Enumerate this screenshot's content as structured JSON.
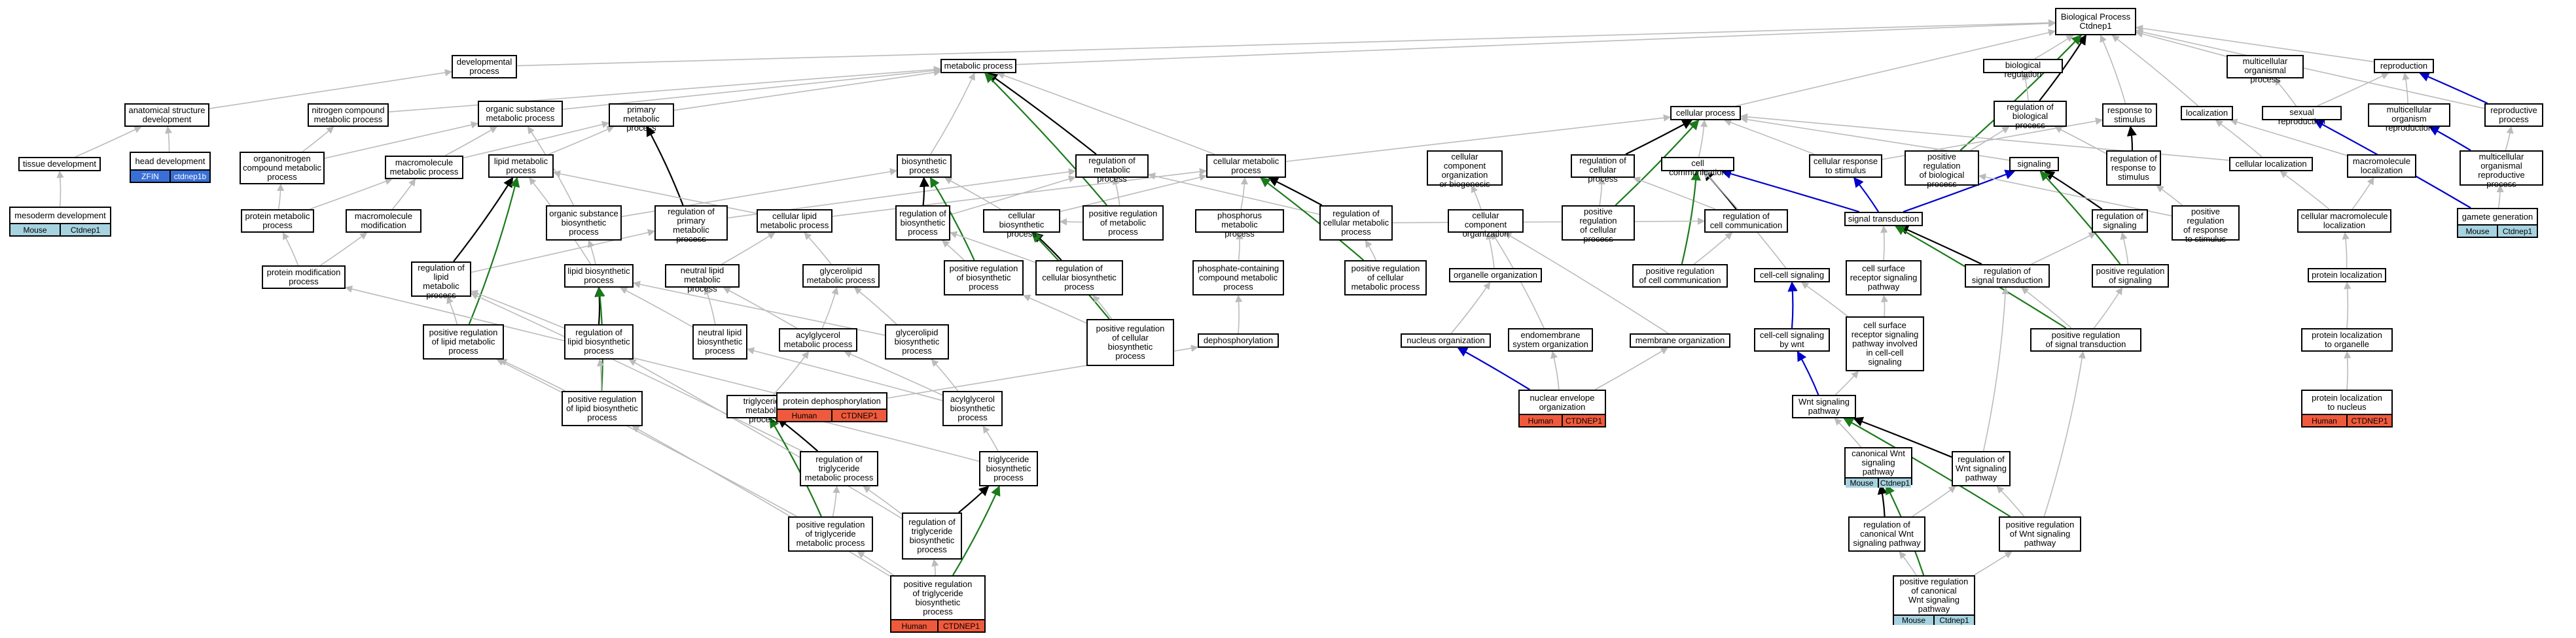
{
  "colors": {
    "is_a": "#bbbbbb",
    "part_of": "#000000",
    "positively_regulates": "#1a7a1a",
    "negatively_regulates": "#0000cc",
    "human_badge": "#f05a3c",
    "mouse_badge": "#a7d3e0",
    "zebrafish_badge": "#3a6fd6"
  },
  "nodes": [
    {
      "id": "bp",
      "label": "Biological Process\nCtdnep1"
    },
    {
      "id": "dev",
      "label": "developmental\nprocess"
    },
    {
      "id": "met",
      "label": "metabolic process"
    },
    {
      "id": "bioreg",
      "label": "biological regulation"
    },
    {
      "id": "mop",
      "label": "multicellular\norganismal process"
    },
    {
      "id": "repro",
      "label": "reproduction"
    },
    {
      "id": "asd",
      "label": "anatomical structure\ndevelopment"
    },
    {
      "id": "ncm",
      "label": "nitrogen compound\nmetabolic process"
    },
    {
      "id": "osm",
      "label": "organic substance\nmetabolic process"
    },
    {
      "id": "pmp",
      "label": "primary metabolic\nprocess"
    },
    {
      "id": "cp",
      "label": "cellular process"
    },
    {
      "id": "rbp",
      "label": "regulation of\nbiological process"
    },
    {
      "id": "rts",
      "label": "response to\nstimulus"
    },
    {
      "id": "loc",
      "label": "localization"
    },
    {
      "id": "sexrep",
      "label": "sexual reproduction"
    },
    {
      "id": "mor",
      "label": "multicellular\norganism reproduction"
    },
    {
      "id": "reproproc",
      "label": "reproductive\nprocess"
    },
    {
      "id": "tdev",
      "label": "tissue development"
    },
    {
      "id": "hdev",
      "label": "head development",
      "badge": [
        "ZFIN",
        "ctdnep1b"
      ],
      "badgeColor": "zebrafish_badge"
    },
    {
      "id": "ocm",
      "label": "organonitrogen\ncompound metabolic\nprocess"
    },
    {
      "id": "mmp",
      "label": "macromolecule\nmetabolic process"
    },
    {
      "id": "lmp",
      "label": "lipid metabolic\nprocess"
    },
    {
      "id": "bsp",
      "label": "biosynthetic\nprocess"
    },
    {
      "id": "rmp",
      "label": "regulation of\nmetabolic process"
    },
    {
      "id": "cmp",
      "label": "cellular metabolic\nprocess"
    },
    {
      "id": "ccob",
      "label": "cellular component\norganization\nor biogenesis"
    },
    {
      "id": "rcp",
      "label": "regulation of\ncellular process"
    },
    {
      "id": "cc",
      "label": "cell communication"
    },
    {
      "id": "crs",
      "label": "cellular response\nto stimulus"
    },
    {
      "id": "prbp",
      "label": "positive regulation\nof biological\nprocess"
    },
    {
      "id": "sig",
      "label": "signaling"
    },
    {
      "id": "rrs",
      "label": "regulation of\nresponse to\nstimulus"
    },
    {
      "id": "cloc",
      "label": "cellular localization"
    },
    {
      "id": "mmloc",
      "label": "macromolecule\nlocalization"
    },
    {
      "id": "morp",
      "label": "multicellular\norganismal reproductive\nprocess"
    },
    {
      "id": "mesodev",
      "label": "mesoderm development",
      "badge": [
        "Mouse",
        "Ctdnep1"
      ],
      "badgeColor": "mouse_badge"
    },
    {
      "id": "prmp",
      "label": "protein metabolic\nprocess"
    },
    {
      "id": "mmmod",
      "label": "macromolecule\nmodification"
    },
    {
      "id": "osbp",
      "label": "organic substance\nbiosynthetic\nprocess"
    },
    {
      "id": "rpmp",
      "label": "regulation of\nprimary metabolic\nprocess"
    },
    {
      "id": "clmp",
      "label": "cellular lipid\nmetabolic process"
    },
    {
      "id": "rbsp",
      "label": "regulation of\nbiosynthetic\nprocess"
    },
    {
      "id": "cbsp",
      "label": "cellular biosynthetic\nprocess"
    },
    {
      "id": "prmetp",
      "label": "positive regulation\nof metabolic\nprocess"
    },
    {
      "id": "phmp",
      "label": "phosphorus metabolic\nprocess"
    },
    {
      "id": "rcmp",
      "label": "regulation of\ncellular metabolic\nprocess"
    },
    {
      "id": "ccorg",
      "label": "cellular component\norganization"
    },
    {
      "id": "prcp",
      "label": "positive regulation\nof cellular\nprocess"
    },
    {
      "id": "rcc",
      "label": "regulation of\ncell communication"
    },
    {
      "id": "st",
      "label": "signal transduction"
    },
    {
      "id": "rsig",
      "label": "regulation of\nsignaling"
    },
    {
      "id": "prrs",
      "label": "positive regulation\nof response\nto stimulus"
    },
    {
      "id": "cmmloc",
      "label": "cellular macromolecule\nlocalization"
    },
    {
      "id": "gam",
      "label": "gamete generation",
      "badge": [
        "Mouse",
        "Ctdnep1"
      ],
      "badgeColor": "mouse_badge"
    },
    {
      "id": "pmod",
      "label": "protein modification\nprocess"
    },
    {
      "id": "rlmp",
      "label": "regulation of\nlipid metabolic\nprocess"
    },
    {
      "id": "lbp",
      "label": "lipid biosynthetic\nprocess"
    },
    {
      "id": "nlmp",
      "label": "neutral lipid\nmetabolic process"
    },
    {
      "id": "glmp",
      "label": "glycerolipid\nmetabolic process"
    },
    {
      "id": "prbsp",
      "label": "positive regulation\nof biosynthetic\nprocess"
    },
    {
      "id": "rcbsp",
      "label": "regulation of\ncellular biosynthetic\nprocess"
    },
    {
      "id": "pccmp",
      "label": "phosphate-containing\ncompound metabolic\nprocess"
    },
    {
      "id": "prcmp",
      "label": "positive regulation\nof cellular\nmetabolic process"
    },
    {
      "id": "orgorg",
      "label": "organelle organization"
    },
    {
      "id": "prcc",
      "label": "positive regulation\nof cell communication"
    },
    {
      "id": "ccs",
      "label": "cell-cell signaling"
    },
    {
      "id": "csrsp",
      "label": "cell surface\nreceptor signaling\npathway"
    },
    {
      "id": "rst",
      "label": "regulation of\nsignal transduction"
    },
    {
      "id": "prsig",
      "label": "positive regulation\nof signaling"
    },
    {
      "id": "ploc",
      "label": "protein localization"
    },
    {
      "id": "prlmp",
      "label": "positive regulation\nof lipid metabolic\nprocess"
    },
    {
      "id": "rlbp",
      "label": "regulation of\nlipid biosynthetic\nprocess"
    },
    {
      "id": "nlbp",
      "label": "neutral lipid\nbiosynthetic\nprocess"
    },
    {
      "id": "agmp",
      "label": "acylglycerol\nmetabolic process"
    },
    {
      "id": "glbp",
      "label": "glycerolipid\nbiosynthetic\nprocess"
    },
    {
      "id": "prcbsp",
      "label": "positive regulation\nof cellular\nbiosynthetic\nprocess"
    },
    {
      "id": "dephos",
      "label": "dephosphorylation"
    },
    {
      "id": "nucorg",
      "label": "nucleus organization"
    },
    {
      "id": "esorg",
      "label": "endomembrane\nsystem organization"
    },
    {
      "id": "memorg",
      "label": "membrane organization"
    },
    {
      "id": "ccsw",
      "label": "cell-cell signaling\nby wnt"
    },
    {
      "id": "csrwnt",
      "label": "cell surface\nreceptor signaling\npathway involved\nin cell-cell\nsignaling"
    },
    {
      "id": "prst",
      "label": "positive regulation\nof signal transduction"
    },
    {
      "id": "plorg",
      "label": "protein localization\nto organelle"
    },
    {
      "id": "prlbp",
      "label": "positive regulation\nof lipid biosynthetic\nprocess"
    },
    {
      "id": "tgmp",
      "label": "triglyceride\nmetabolic process"
    },
    {
      "id": "pdephos",
      "label": "protein dephosphorylation",
      "badge": [
        "Human",
        "CTDNEP1"
      ],
      "badgeColor": "human_badge"
    },
    {
      "id": "agbp",
      "label": "acylglycerol\nbiosynthetic\nprocess"
    },
    {
      "id": "neo",
      "label": "nuclear envelope\norganization",
      "badge": [
        "Human",
        "CTDNEP1"
      ],
      "badgeColor": "human_badge"
    },
    {
      "id": "wnt",
      "label": "Wnt signaling\npathway"
    },
    {
      "id": "pln",
      "label": "protein localization\nto nucleus",
      "badge": [
        "Human",
        "CTDNEP1"
      ],
      "badgeColor": "human_badge"
    },
    {
      "id": "rtgmp",
      "label": "regulation of\ntriglyceride\nmetabolic process"
    },
    {
      "id": "tgbp",
      "label": "triglyceride\nbiosynthetic\nprocess"
    },
    {
      "id": "cwnt",
      "label": "canonical Wnt\nsignaling pathway",
      "badge": [
        "Mouse",
        "Ctdnep1"
      ],
      "badgeColor": "mouse_badge"
    },
    {
      "id": "rwnt",
      "label": "regulation of\nWnt signaling\npathway"
    },
    {
      "id": "prtgmp",
      "label": "positive regulation\nof triglyceride\nmetabolic process"
    },
    {
      "id": "rtgbp",
      "label": "regulation of\ntriglyceride\nbiosynthetic\nprocess"
    },
    {
      "id": "rcwnt",
      "label": "regulation of\ncanonical Wnt\nsignaling pathway"
    },
    {
      "id": "prwnt",
      "label": "positive regulation\nof Wnt signaling\npathway"
    },
    {
      "id": "prtgbp",
      "label": "positive regulation\nof triglyceride\nbiosynthetic\nprocess",
      "badge": [
        "Human",
        "CTDNEP1"
      ],
      "badgeColor": "human_badge"
    },
    {
      "id": "prcwnt",
      "label": "positive regulation\nof canonical\nWnt signaling\npathway",
      "badge": [
        "Mouse",
        "Ctdnep1"
      ],
      "badgeColor": "mouse_badge"
    }
  ],
  "edges": [
    [
      "dev",
      "bp",
      "is_a"
    ],
    [
      "met",
      "bp",
      "is_a"
    ],
    [
      "bioreg",
      "bp",
      "is_a"
    ],
    [
      "mop",
      "bp",
      "is_a"
    ],
    [
      "repro",
      "bp",
      "is_a"
    ],
    [
      "cp",
      "bp",
      "is_a"
    ],
    [
      "rbp",
      "bp",
      "part_of"
    ],
    [
      "rts",
      "bp",
      "is_a"
    ],
    [
      "loc",
      "bp",
      "is_a"
    ],
    [
      "reproproc",
      "bp",
      "is_a"
    ],
    [
      "prbp",
      "bp",
      "positively_regulates"
    ],
    [
      "asd",
      "dev",
      "is_a"
    ],
    [
      "ncm",
      "met",
      "is_a"
    ],
    [
      "osm",
      "met",
      "is_a"
    ],
    [
      "pmp",
      "met",
      "is_a"
    ],
    [
      "rbp",
      "bioreg",
      "is_a"
    ],
    [
      "sexrep",
      "repro",
      "is_a"
    ],
    [
      "mor",
      "repro",
      "is_a"
    ],
    [
      "reproproc",
      "repro",
      "negatively_regulates"
    ],
    [
      "sexrep",
      "mop",
      "is_a"
    ],
    [
      "tdev",
      "asd",
      "is_a"
    ],
    [
      "hdev",
      "asd",
      "is_a"
    ],
    [
      "mesodev",
      "tdev",
      "is_a"
    ],
    [
      "ocm",
      "ncm",
      "is_a"
    ],
    [
      "ocm",
      "osm",
      "is_a"
    ],
    [
      "mmp",
      "osm",
      "is_a"
    ],
    [
      "mmp",
      "pmp",
      "is_a"
    ],
    [
      "lmp",
      "pmp",
      "is_a"
    ],
    [
      "bsp",
      "met",
      "is_a"
    ],
    [
      "rmp",
      "met",
      "part_of"
    ],
    [
      "cmp",
      "met",
      "is_a"
    ],
    [
      "cmp",
      "cp",
      "is_a"
    ],
    [
      "rcp",
      "cp",
      "part_of"
    ],
    [
      "cc",
      "cp",
      "is_a"
    ],
    [
      "crs",
      "rts",
      "is_a"
    ],
    [
      "crs",
      "cp",
      "is_a"
    ],
    [
      "prbp",
      "rbp",
      "is_a"
    ],
    [
      "sig",
      "cp",
      "is_a"
    ],
    [
      "rrs",
      "rts",
      "part_of"
    ],
    [
      "rrs",
      "rbp",
      "is_a"
    ],
    [
      "cloc",
      "loc",
      "is_a"
    ],
    [
      "cloc",
      "cp",
      "is_a"
    ],
    [
      "mmloc",
      "loc",
      "is_a"
    ],
    [
      "morp",
      "mor",
      "negatively_regulates"
    ],
    [
      "morp",
      "reproproc",
      "is_a"
    ],
    [
      "prmp",
      "ocm",
      "is_a"
    ],
    [
      "prmp",
      "mmp",
      "is_a"
    ],
    [
      "mmmod",
      "mmp",
      "is_a"
    ],
    [
      "osbp",
      "osm",
      "is_a"
    ],
    [
      "osbp",
      "bsp",
      "is_a"
    ],
    [
      "rpmp",
      "pmp",
      "part_of"
    ],
    [
      "rpmp",
      "rmp",
      "is_a"
    ],
    [
      "clmp",
      "lmp",
      "is_a"
    ],
    [
      "clmp",
      "cmp",
      "is_a"
    ],
    [
      "rbsp",
      "bsp",
      "part_of"
    ],
    [
      "rbsp",
      "rmp",
      "is_a"
    ],
    [
      "cbsp",
      "bsp",
      "is_a"
    ],
    [
      "cbsp",
      "cmp",
      "is_a"
    ],
    [
      "prmetp",
      "met",
      "positively_regulates"
    ],
    [
      "prmetp",
      "rmp",
      "is_a"
    ],
    [
      "phmp",
      "cmp",
      "is_a"
    ],
    [
      "rcmp",
      "cmp",
      "part_of"
    ],
    [
      "rcmp",
      "rmp",
      "is_a"
    ],
    [
      "ccorg",
      "ccob",
      "is_a"
    ],
    [
      "prcp",
      "cp",
      "positively_regulates"
    ],
    [
      "prcp",
      "rcp",
      "is_a"
    ],
    [
      "rcc",
      "cc",
      "part_of"
    ],
    [
      "rcc",
      "rcp",
      "is_a"
    ],
    [
      "st",
      "cc",
      "negatively_regulates"
    ],
    [
      "st",
      "sig",
      "negatively_regulates"
    ],
    [
      "st",
      "crs",
      "negatively_regulates"
    ],
    [
      "rsig",
      "sig",
      "part_of"
    ],
    [
      "prrs",
      "rrs",
      "is_a"
    ],
    [
      "prrs",
      "prbp",
      "is_a"
    ],
    [
      "cmmloc",
      "cloc",
      "is_a"
    ],
    [
      "cmmloc",
      "mmloc",
      "is_a"
    ],
    [
      "gam",
      "sexrep",
      "negatively_regulates"
    ],
    [
      "gam",
      "morp",
      "is_a"
    ],
    [
      "pmod",
      "prmp",
      "is_a"
    ],
    [
      "pmod",
      "mmmod",
      "is_a"
    ],
    [
      "rlmp",
      "lmp",
      "part_of"
    ],
    [
      "rlmp",
      "rpmp",
      "is_a"
    ],
    [
      "lbp",
      "lmp",
      "is_a"
    ],
    [
      "lbp",
      "osbp",
      "is_a"
    ],
    [
      "nlmp",
      "clmp",
      "is_a"
    ],
    [
      "glmp",
      "clmp",
      "is_a"
    ],
    [
      "prbsp",
      "bsp",
      "positively_regulates"
    ],
    [
      "prbsp",
      "rbsp",
      "is_a"
    ],
    [
      "rcbsp",
      "cbsp",
      "part_of"
    ],
    [
      "rcbsp",
      "rbsp",
      "is_a"
    ],
    [
      "pccmp",
      "phmp",
      "is_a"
    ],
    [
      "prcmp",
      "cmp",
      "positively_regulates"
    ],
    [
      "prcmp",
      "rcmp",
      "is_a"
    ],
    [
      "orgorg",
      "ccorg",
      "is_a"
    ],
    [
      "prcc",
      "cc",
      "positively_regulates"
    ],
    [
      "prcc",
      "rcc",
      "is_a"
    ],
    [
      "ccs",
      "cc",
      "is_a"
    ],
    [
      "csrsp",
      "st",
      "is_a"
    ],
    [
      "rst",
      "st",
      "part_of"
    ],
    [
      "rst",
      "rsig",
      "is_a"
    ],
    [
      "prsig",
      "sig",
      "positively_regulates"
    ],
    [
      "prsig",
      "rsig",
      "is_a"
    ],
    [
      "ploc",
      "cmmloc",
      "is_a"
    ],
    [
      "prlmp",
      "lmp",
      "positively_regulates"
    ],
    [
      "prlmp",
      "rlmp",
      "is_a"
    ],
    [
      "rlbp",
      "lbp",
      "part_of"
    ],
    [
      "rlbp",
      "rlmp",
      "is_a"
    ],
    [
      "nlbp",
      "nlmp",
      "is_a"
    ],
    [
      "nlbp",
      "lbp",
      "is_a"
    ],
    [
      "agmp",
      "nlmp",
      "is_a"
    ],
    [
      "agmp",
      "glmp",
      "is_a"
    ],
    [
      "glbp",
      "glmp",
      "is_a"
    ],
    [
      "glbp",
      "lbp",
      "is_a"
    ],
    [
      "prcbsp",
      "cbsp",
      "positively_regulates"
    ],
    [
      "prcbsp",
      "rcbsp",
      "is_a"
    ],
    [
      "prcbsp",
      "prbsp",
      "is_a"
    ],
    [
      "dephos",
      "pccmp",
      "is_a"
    ],
    [
      "nucorg",
      "orgorg",
      "is_a"
    ],
    [
      "esorg",
      "ccorg",
      "is_a"
    ],
    [
      "memorg",
      "ccorg",
      "is_a"
    ],
    [
      "ccsw",
      "ccs",
      "negatively_regulates"
    ],
    [
      "csrwnt",
      "csrsp",
      "is_a"
    ],
    [
      "csrwnt",
      "ccs",
      "is_a"
    ],
    [
      "prst",
      "st",
      "positively_regulates"
    ],
    [
      "prst",
      "rst",
      "is_a"
    ],
    [
      "prst",
      "prsig",
      "is_a"
    ],
    [
      "plorg",
      "ploc",
      "is_a"
    ],
    [
      "prlbp",
      "lbp",
      "positively_regulates"
    ],
    [
      "prlbp",
      "rlbp",
      "is_a"
    ],
    [
      "prlbp",
      "prlmp",
      "is_a"
    ],
    [
      "tgmp",
      "agmp",
      "is_a"
    ],
    [
      "pdephos",
      "dephos",
      "is_a"
    ],
    [
      "pdephos",
      "pmod",
      "is_a"
    ],
    [
      "agbp",
      "agmp",
      "is_a"
    ],
    [
      "agbp",
      "glbp",
      "is_a"
    ],
    [
      "agbp",
      "nlbp",
      "is_a"
    ],
    [
      "neo",
      "nucorg",
      "negatively_regulates"
    ],
    [
      "neo",
      "esorg",
      "is_a"
    ],
    [
      "neo",
      "memorg",
      "is_a"
    ],
    [
      "wnt",
      "ccsw",
      "negatively_regulates"
    ],
    [
      "wnt",
      "csrwnt",
      "is_a"
    ],
    [
      "pln",
      "plorg",
      "is_a"
    ],
    [
      "rtgmp",
      "tgmp",
      "part_of"
    ],
    [
      "rtgmp",
      "rlmp",
      "is_a"
    ],
    [
      "tgbp",
      "tgmp",
      "is_a"
    ],
    [
      "tgbp",
      "agbp",
      "is_a"
    ],
    [
      "cwnt",
      "wnt",
      "is_a"
    ],
    [
      "rwnt",
      "wnt",
      "part_of"
    ],
    [
      "rwnt",
      "rst",
      "is_a"
    ],
    [
      "prtgmp",
      "tgmp",
      "positively_regulates"
    ],
    [
      "prtgmp",
      "rtgmp",
      "is_a"
    ],
    [
      "prtgmp",
      "prlmp",
      "is_a"
    ],
    [
      "rtgbp",
      "tgbp",
      "part_of"
    ],
    [
      "rtgbp",
      "rtgmp",
      "is_a"
    ],
    [
      "rtgbp",
      "rlbp",
      "is_a"
    ],
    [
      "rcwnt",
      "cwnt",
      "part_of"
    ],
    [
      "rcwnt",
      "rwnt",
      "is_a"
    ],
    [
      "prwnt",
      "wnt",
      "positively_regulates"
    ],
    [
      "prwnt",
      "rwnt",
      "is_a"
    ],
    [
      "prwnt",
      "prst",
      "is_a"
    ],
    [
      "prtgbp",
      "tgbp",
      "positively_regulates"
    ],
    [
      "prtgbp",
      "rtgbp",
      "is_a"
    ],
    [
      "prtgbp",
      "prlbp",
      "is_a"
    ],
    [
      "prtgbp",
      "prtgmp",
      "is_a"
    ],
    [
      "prcwnt",
      "cwnt",
      "positively_regulates"
    ],
    [
      "prcwnt",
      "rcwnt",
      "is_a"
    ],
    [
      "prcwnt",
      "prwnt",
      "is_a"
    ],
    [
      "prmetp",
      "cbsp",
      "is_a"
    ],
    [
      "rcmp",
      "rcc",
      "is_a"
    ]
  ]
}
